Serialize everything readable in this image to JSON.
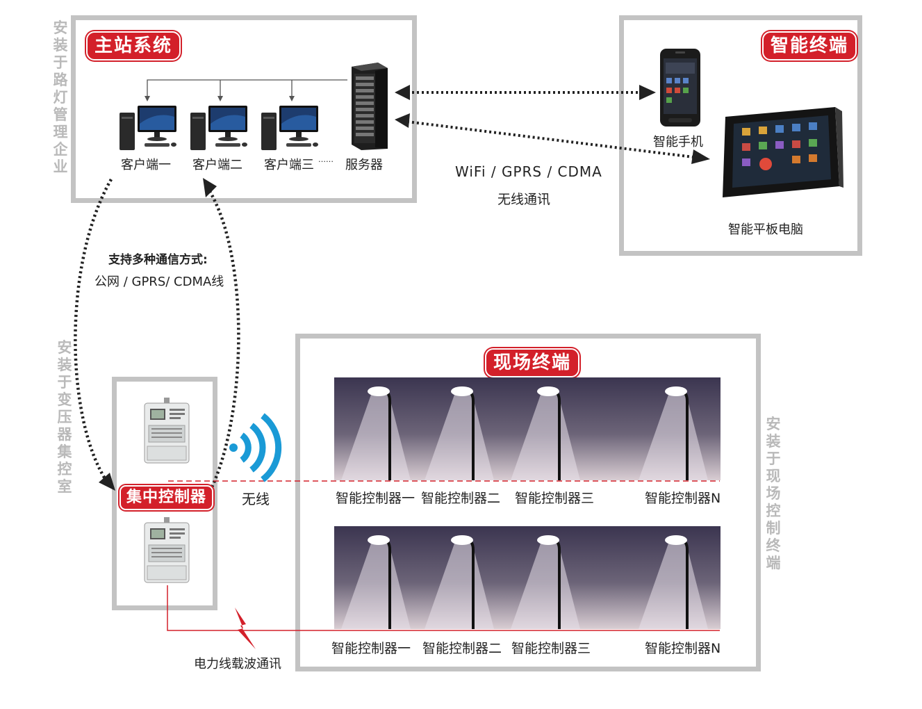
{
  "sections": {
    "master": {
      "title": "主站系统",
      "clients": [
        "客户端一",
        "客户端二",
        "客户端三",
        "……"
      ],
      "server": "服务器",
      "side_label": "安装于路灯管理企业"
    },
    "smart_terminal": {
      "title": "智能终端",
      "phone": "智能手机",
      "tablet": "智能平板电脑"
    },
    "field_terminal": {
      "title": "现场终端",
      "side_label": "安装于现场控制终端",
      "row1": [
        "智能控制器一",
        "智能控制器二",
        "智能控制器三",
        "智能控制器N"
      ],
      "row2": [
        "智能控制器一",
        "智能控制器二",
        "智能控制器三",
        "智能控制器N"
      ]
    },
    "concentrator": {
      "title": "集中控制器",
      "side_label": "安装于变压器集控室"
    }
  },
  "links": {
    "wireless_protocols": "WiFi / GPRS / CDMA",
    "wireless_caption": "无线通讯",
    "multi_title": "支持多种通信方式:",
    "multi_protocols": "公网 / GPRS/ CDMA线",
    "wireless_short": "无线",
    "plc": "电力线载波通讯"
  },
  "colors": {
    "accent": "#d3202a",
    "frame": "#c3c3c3",
    "wifi": "#1a9ad6"
  }
}
